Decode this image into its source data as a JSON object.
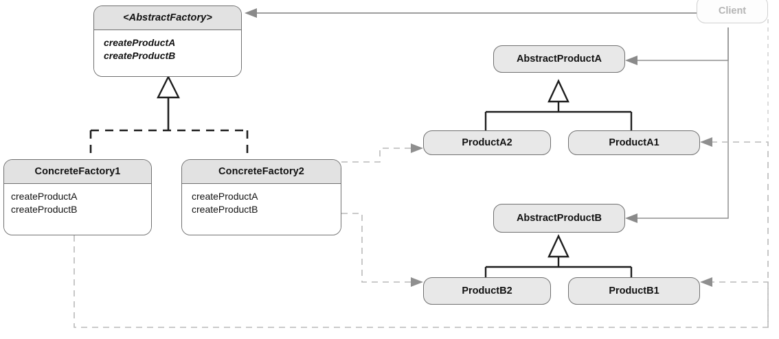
{
  "diagram": {
    "title": "Abstract Factory pattern class diagram",
    "type": "uml-class-diagram",
    "colors": {
      "node_border": "#6f6f6f",
      "header_fill": "#e2e2e2",
      "body_fill": "#ffffff",
      "plain_fill": "#e8e8e8",
      "line": "#555555",
      "faded_line": "#b9b9b9",
      "faded_text": "#b4b4b4"
    },
    "classes": [
      {
        "id": "abstract-factory",
        "name": "<AbstractFactory>",
        "stereotype": "abstract",
        "methods": [
          "createProductA",
          "createProductB"
        ]
      },
      {
        "id": "concrete-factory-1",
        "name": "ConcreteFactory1",
        "stereotype": "concrete",
        "methods": [
          "createProductA",
          "createProductB"
        ]
      },
      {
        "id": "concrete-factory-2",
        "name": "ConcreteFactory2",
        "stereotype": "concrete",
        "methods": [
          "createProductA",
          "createProductB"
        ]
      },
      {
        "id": "abstract-product-a",
        "name": "AbstractProductA",
        "methods": []
      },
      {
        "id": "product-a2",
        "name": "ProductA2",
        "methods": []
      },
      {
        "id": "product-a1",
        "name": "ProductA1",
        "methods": []
      },
      {
        "id": "abstract-product-b",
        "name": "AbstractProductB",
        "methods": []
      },
      {
        "id": "product-b2",
        "name": "ProductB2",
        "methods": []
      },
      {
        "id": "product-b1",
        "name": "ProductB1",
        "methods": []
      },
      {
        "id": "client",
        "name": "Client",
        "methods": [],
        "faded": true
      }
    ],
    "relationships": [
      {
        "from": "concrete-factory-1",
        "to": "abstract-factory",
        "type": "realization",
        "style": "dashed",
        "head": "hollow-triangle"
      },
      {
        "from": "concrete-factory-2",
        "to": "abstract-factory",
        "type": "realization",
        "style": "dashed",
        "head": "hollow-triangle"
      },
      {
        "from": "product-a2",
        "to": "abstract-product-a",
        "type": "generalization",
        "style": "solid",
        "head": "hollow-triangle"
      },
      {
        "from": "product-a1",
        "to": "abstract-product-a",
        "type": "generalization",
        "style": "solid",
        "head": "hollow-triangle"
      },
      {
        "from": "product-b2",
        "to": "abstract-product-b",
        "type": "generalization",
        "style": "solid",
        "head": "hollow-triangle"
      },
      {
        "from": "product-b1",
        "to": "abstract-product-b",
        "type": "generalization",
        "style": "solid",
        "head": "hollow-triangle"
      },
      {
        "from": "client",
        "to": "abstract-factory",
        "type": "association",
        "style": "solid",
        "head": "filled-arrow"
      },
      {
        "from": "client",
        "to": "abstract-product-a",
        "type": "association",
        "style": "solid",
        "head": "filled-arrow"
      },
      {
        "from": "client",
        "to": "abstract-product-b",
        "type": "association",
        "style": "solid",
        "head": "filled-arrow"
      },
      {
        "from": "concrete-factory-2",
        "to": "product-a2",
        "type": "dependency",
        "style": "dashed",
        "head": "filled-arrow"
      },
      {
        "from": "concrete-factory-2",
        "to": "product-b2",
        "type": "dependency",
        "style": "dashed",
        "head": "filled-arrow"
      },
      {
        "from": "concrete-factory-1",
        "to": "product-a1",
        "type": "dependency",
        "style": "dashed",
        "head": "filled-arrow"
      },
      {
        "from": "concrete-factory-1",
        "to": "product-b1",
        "type": "dependency",
        "style": "dashed",
        "head": "filled-arrow"
      }
    ]
  }
}
